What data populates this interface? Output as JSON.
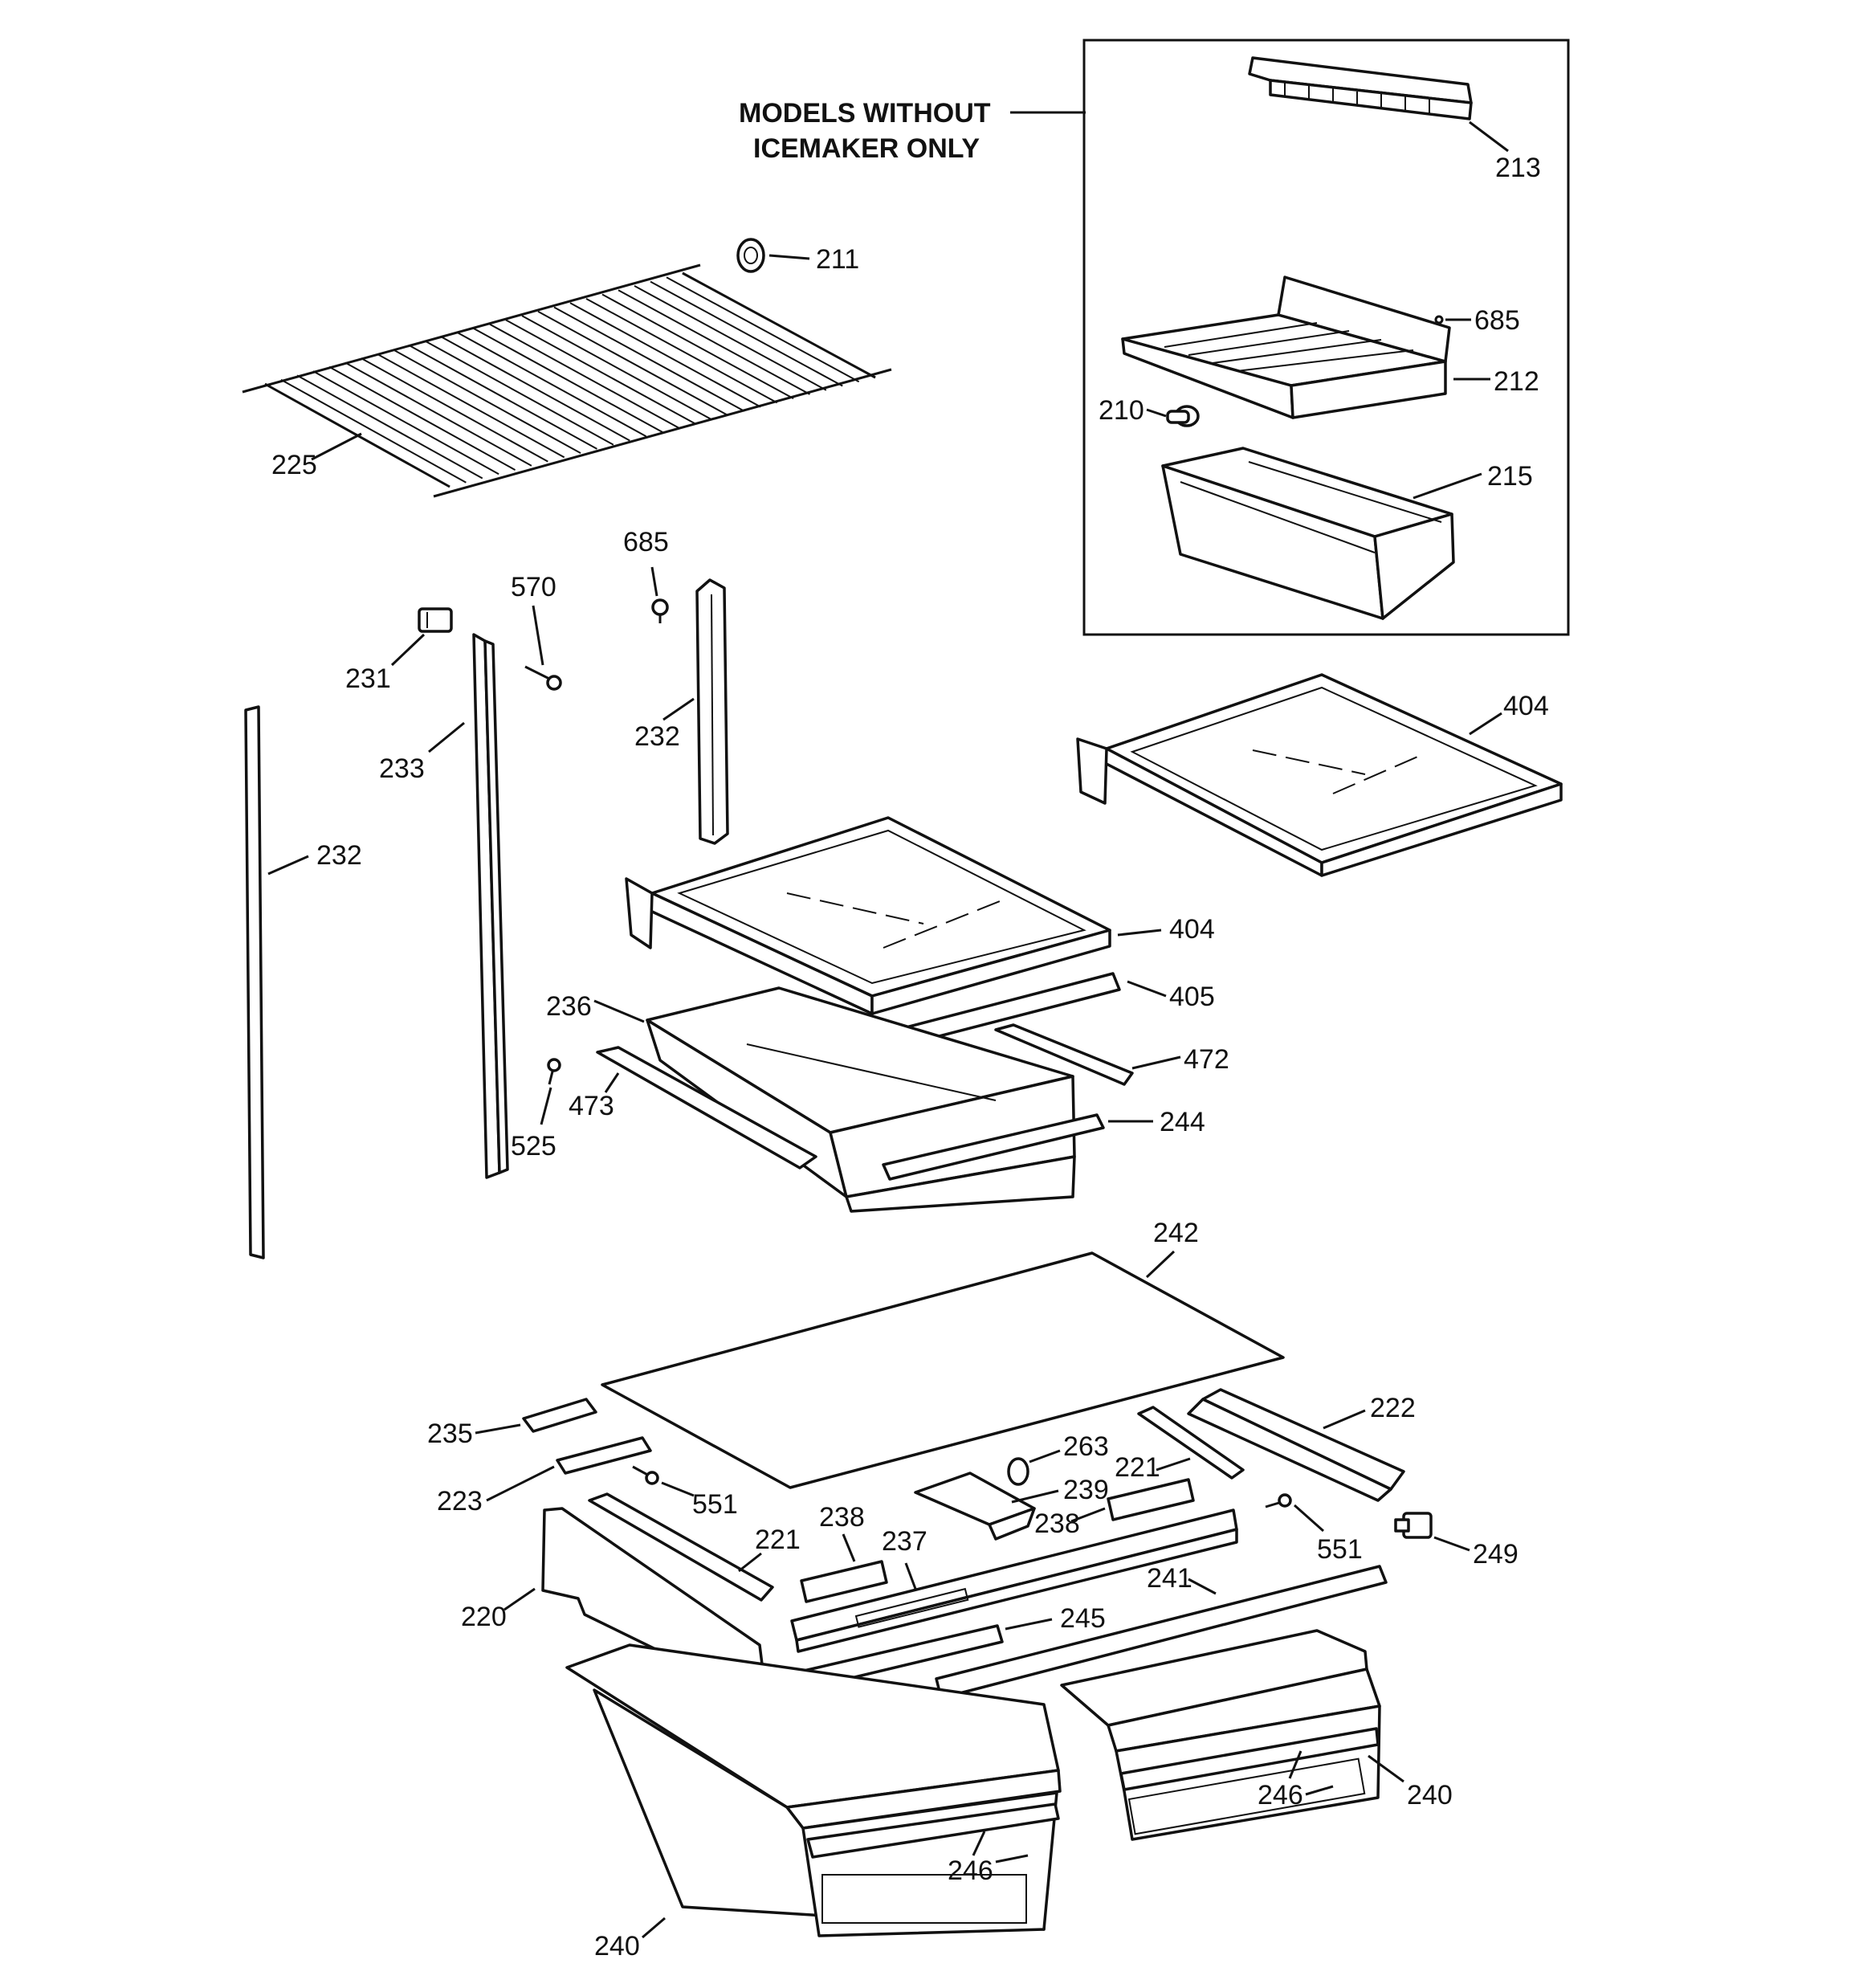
{
  "inset": {
    "caption_line1": "MODELS WITHOUT",
    "caption_line2": "ICEMAKER ONLY"
  },
  "labels": [
    {
      "id": "l213",
      "text": "213"
    },
    {
      "id": "l685a",
      "text": "685"
    },
    {
      "id": "l212",
      "text": "212"
    },
    {
      "id": "l210",
      "text": "210"
    },
    {
      "id": "l215",
      "text": "215"
    },
    {
      "id": "l211",
      "text": "211"
    },
    {
      "id": "l225",
      "text": "225"
    },
    {
      "id": "l685b",
      "text": "685"
    },
    {
      "id": "l570",
      "text": "570"
    },
    {
      "id": "l231",
      "text": "231"
    },
    {
      "id": "l233",
      "text": "233"
    },
    {
      "id": "l232a",
      "text": "232"
    },
    {
      "id": "l232b",
      "text": "232"
    },
    {
      "id": "l404a",
      "text": "404"
    },
    {
      "id": "l404b",
      "text": "404"
    },
    {
      "id": "l405",
      "text": "405"
    },
    {
      "id": "l236",
      "text": "236"
    },
    {
      "id": "l472",
      "text": "472"
    },
    {
      "id": "l473",
      "text": "473"
    },
    {
      "id": "l244",
      "text": "244"
    },
    {
      "id": "l525",
      "text": "525"
    },
    {
      "id": "l242",
      "text": "242"
    },
    {
      "id": "l235",
      "text": "235"
    },
    {
      "id": "l223",
      "text": "223"
    },
    {
      "id": "l222",
      "text": "222"
    },
    {
      "id": "l263",
      "text": "263"
    },
    {
      "id": "l239",
      "text": "239"
    },
    {
      "id": "l221a",
      "text": "221"
    },
    {
      "id": "l551a",
      "text": "551"
    },
    {
      "id": "l238a",
      "text": "238"
    },
    {
      "id": "l238b",
      "text": "238"
    },
    {
      "id": "l551b",
      "text": "551"
    },
    {
      "id": "l249",
      "text": "249"
    },
    {
      "id": "l221b",
      "text": "221"
    },
    {
      "id": "l237",
      "text": "237"
    },
    {
      "id": "l241",
      "text": "241"
    },
    {
      "id": "l220",
      "text": "220"
    },
    {
      "id": "l245",
      "text": "245"
    },
    {
      "id": "l246a",
      "text": "246"
    },
    {
      "id": "l240a",
      "text": "240"
    },
    {
      "id": "l246b",
      "text": "246"
    },
    {
      "id": "l240b",
      "text": "240"
    }
  ]
}
